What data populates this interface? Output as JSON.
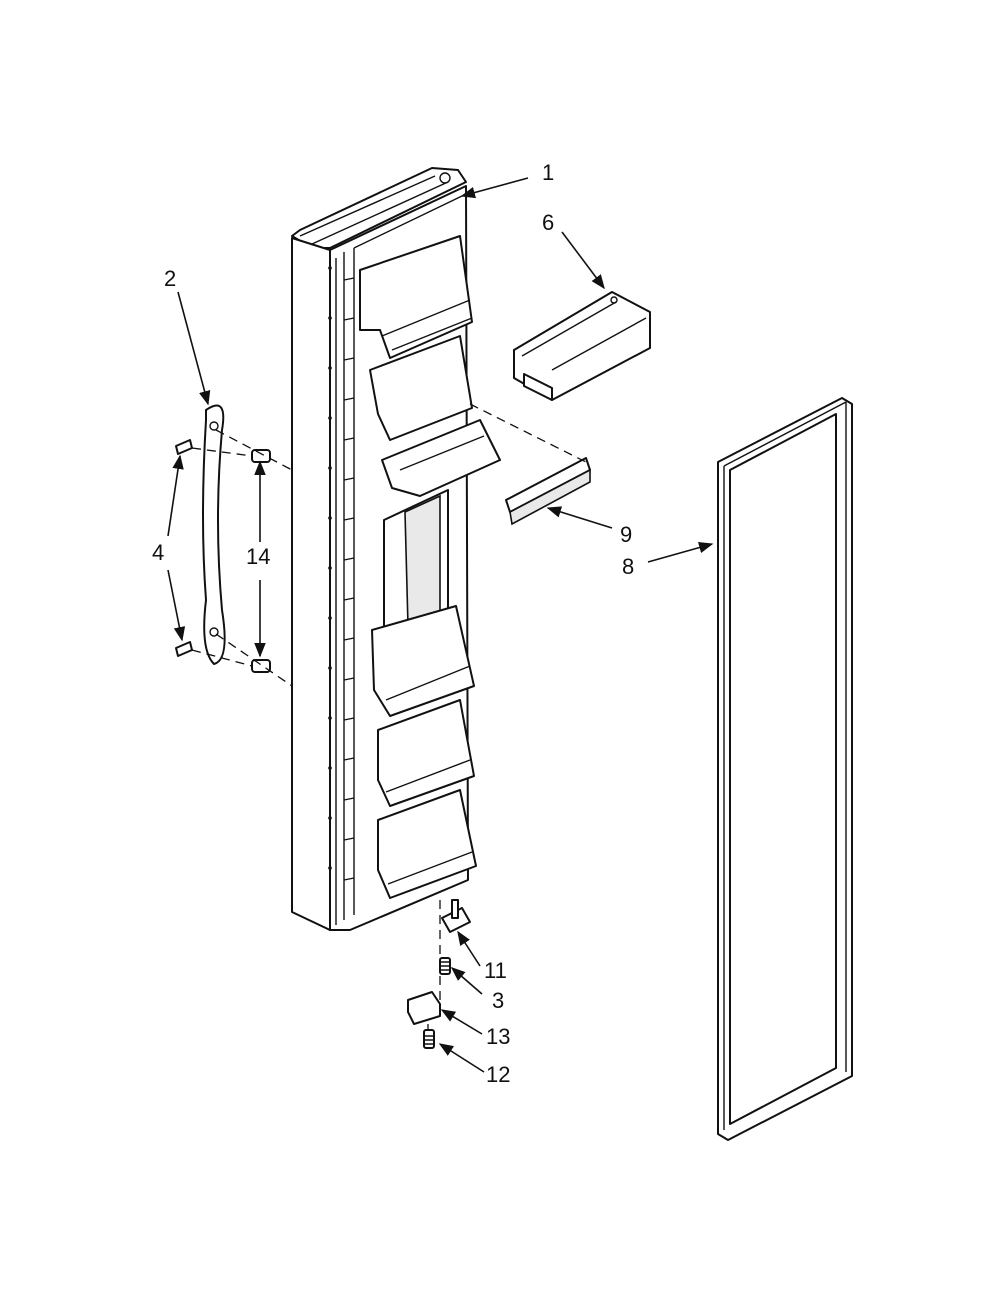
{
  "callouts": {
    "c1": "1",
    "c2": "2",
    "c3": "3",
    "c4": "4",
    "c6": "6",
    "c8": "8",
    "c9": "9",
    "c11": "11",
    "c12": "12",
    "c13": "13",
    "c14": "14"
  }
}
